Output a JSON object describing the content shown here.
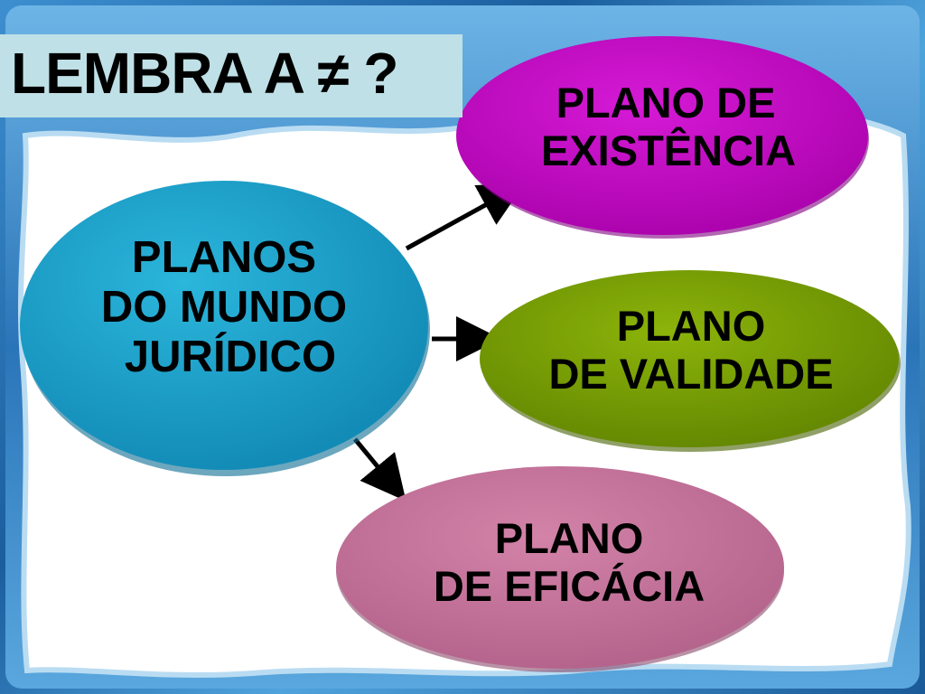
{
  "title": "LEMBRA A ≠ ?",
  "diagram": {
    "center": {
      "lines": [
        "PLANOS",
        "DO MUNDO",
        "JURÍDICO"
      ],
      "color": "#1aa0c8"
    },
    "nodes": [
      {
        "id": "existencia",
        "lines": [
          "PLANO DE",
          "EXISTÊNCIA"
        ],
        "color": "#c400c4"
      },
      {
        "id": "validade",
        "lines": [
          "PLANO",
          "DE VALIDADE"
        ],
        "color": "#7aa100"
      },
      {
        "id": "eficacia",
        "lines": [
          "PLANO",
          "DE EFICÁCIA"
        ],
        "color": "#c8749c"
      }
    ],
    "edges": [
      {
        "from": "center",
        "to": "existencia"
      },
      {
        "from": "center",
        "to": "validade"
      },
      {
        "from": "center",
        "to": "eficacia"
      }
    ]
  }
}
